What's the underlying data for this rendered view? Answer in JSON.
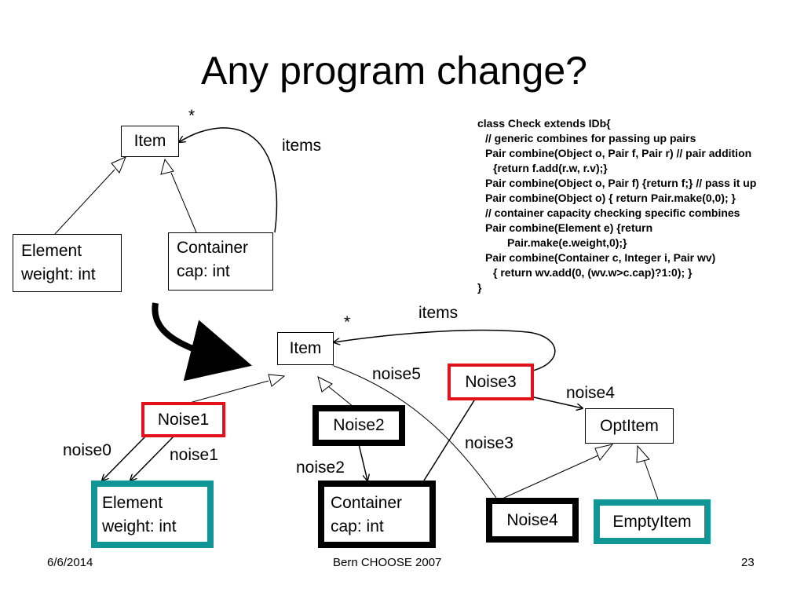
{
  "title": "Any program change?",
  "top_diagram": {
    "item": "Item",
    "element_line1": "Element",
    "element_line2": "weight: int",
    "container_line1": "Container",
    "container_line2": "cap: int",
    "items_label": "items",
    "multiplicity": "*"
  },
  "code": {
    "lines": [
      "class Check extends IDb{",
      "// generic combines for passing up pairs",
      "Pair combine(Object o, Pair f, Pair r) // pair addition",
      "{return f.add(r.w, r.v);}",
      "Pair combine(Object o, Pair f) {return f;} // pass it up",
      "Pair combine(Object o) { return Pair.make(0,0); }",
      "// container capacity checking specific combines",
      "Pair combine(Element e) {return Pair.make(e.weight,0);}",
      "Pair combine(Container c, Integer i, Pair wv)",
      "{ return wv.add(0, (wv.w>c.cap)?1:0); }",
      "}"
    ]
  },
  "bottom_diagram": {
    "item": "Item",
    "items_label": "items",
    "multiplicity": "*",
    "noise1": "Noise1",
    "noise2": "Noise2",
    "noise3": "Noise3",
    "noise4": "Noise4",
    "optitem": "OptItem",
    "emptyitem": "EmptyItem",
    "element_line1": "Element",
    "element_line2": "weight: int",
    "container_line1": "Container",
    "container_line2": "cap: int",
    "edge_noise0": "noise0",
    "edge_noise1": "noise1",
    "edge_noise2": "noise2",
    "edge_noise3": "noise3",
    "edge_noise4": "noise4",
    "edge_noise5": "noise5"
  },
  "colors": {
    "noise_red": "#e3121a",
    "teal": "#0f9695",
    "black": "#000000"
  },
  "footer": {
    "date": "6/6/2014",
    "center": "Bern CHOOSE 2007",
    "page": "23"
  }
}
